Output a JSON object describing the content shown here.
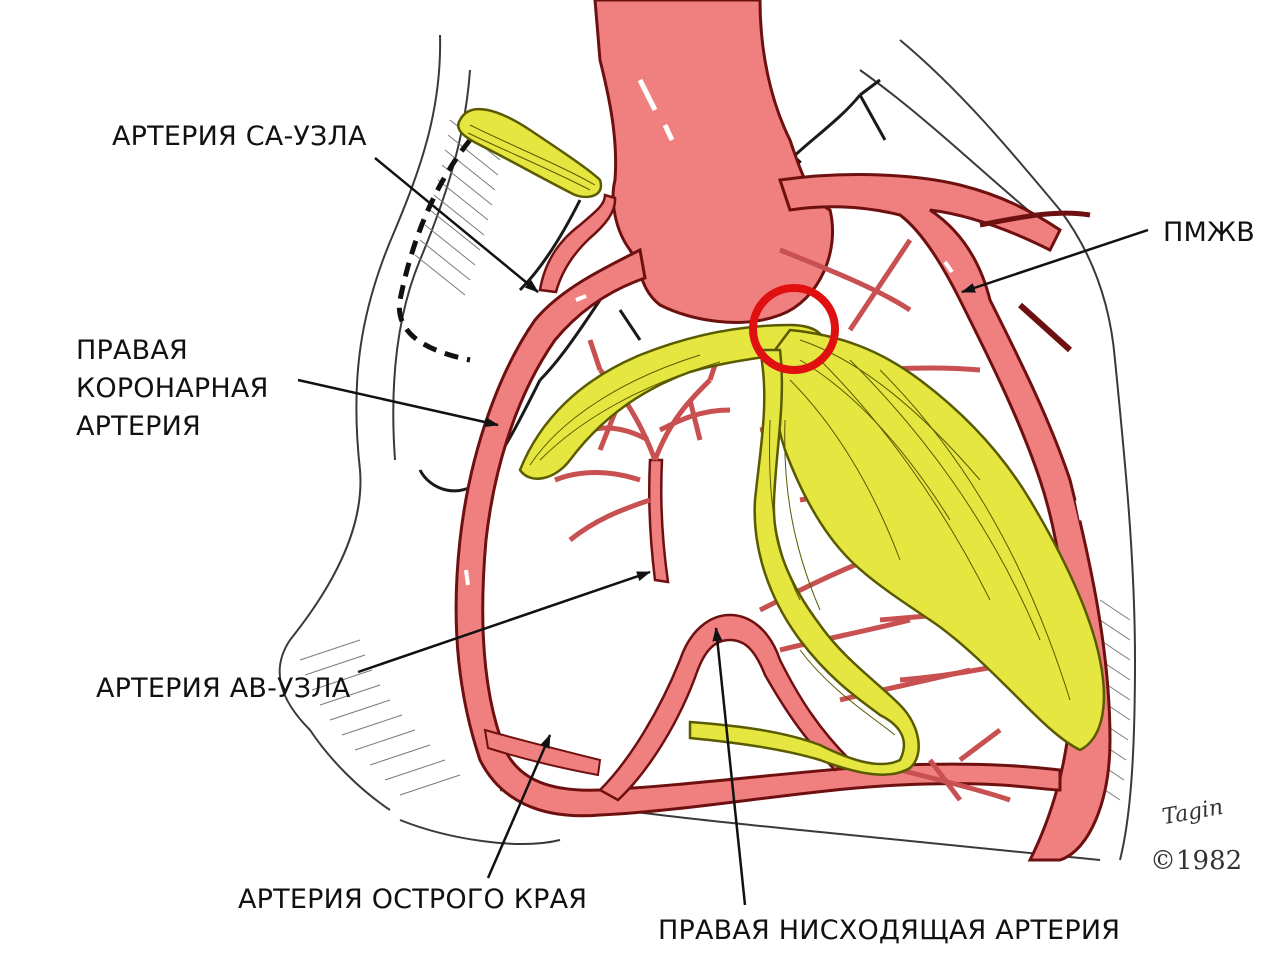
{
  "labels": {
    "sa_node_artery": "АРТЕРИЯ СА-УЗЛА",
    "right_coronary_line1": "ПРАВАЯ",
    "right_coronary_line2": "КОРОНАРНАЯ",
    "right_coronary_line3": "АРТЕРИЯ",
    "pmzhv": "ПМЖВ",
    "av_node_artery": "АРТЕРИЯ АВ-УЗЛА",
    "acute_marginal_artery": "АРТЕРИЯ ОСТРОГО КРАЯ",
    "right_descending_artery": "ПРАВАЯ НИСХОДЯЩАЯ АРТЕРИЯ"
  },
  "signature": {
    "author": "Tagin",
    "copyright": "©1982"
  },
  "colors": {
    "artery_fill": "#F08080",
    "artery_stroke": "#6E1010",
    "conduction_fill": "#E6E640",
    "conduction_stroke": "#5A5A00",
    "outline": "#3A3A3A",
    "highlight_circle": "#E01010",
    "label_text": "#111111"
  }
}
